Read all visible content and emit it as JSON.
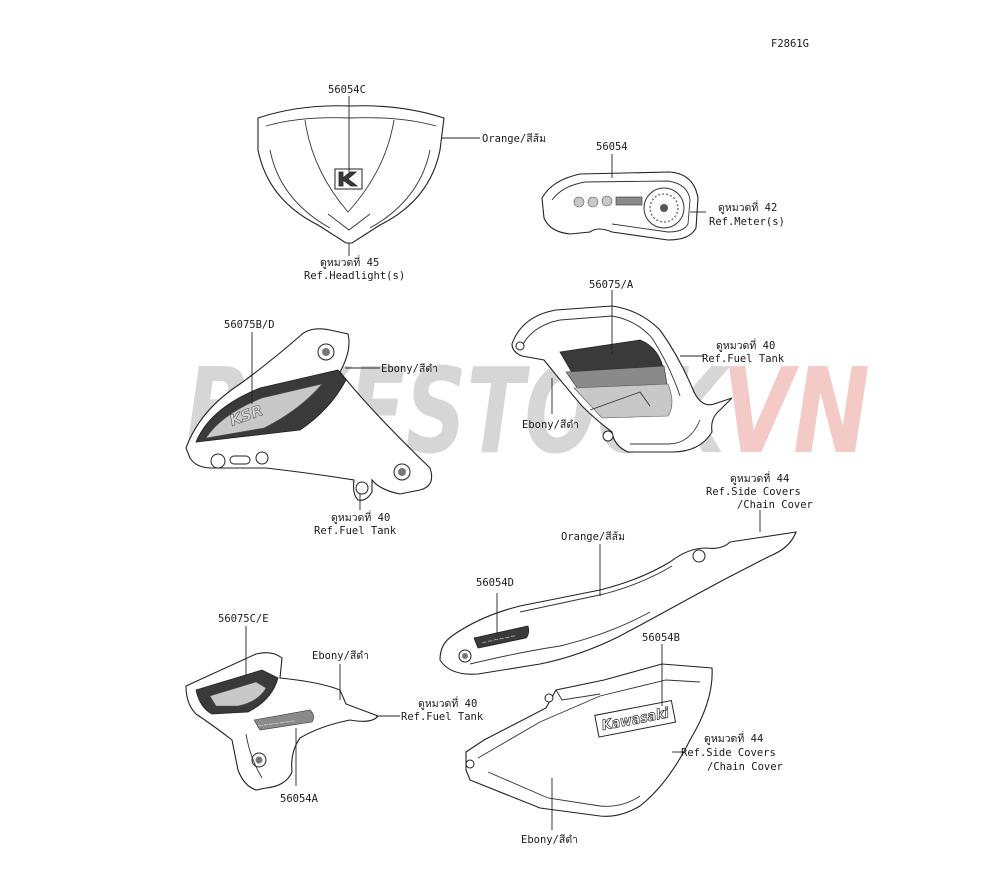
{
  "figure_code": "F2861G",
  "watermark": {
    "text_part1": "BIKESTOCK",
    "text_part2": "VN",
    "color1": "#c9c9c9",
    "color2": "#f0b9b4"
  },
  "parts": {
    "headlight_cover": {
      "part_no": "56054C",
      "color_note": "Orange/สีส้ม",
      "ref_thai": "ดูหมวดที่ 45",
      "ref": "Ref.Headlight(s)"
    },
    "meter": {
      "part_no": "56054",
      "ref_thai": "ดูหมวดที่ 42",
      "ref": "Ref.Meter(s)"
    },
    "tank_shroud_left": {
      "part_no": "56075B/D",
      "color_note": "Ebony/สีดำ",
      "ref_thai": "ดูหมวดที่ 40",
      "ref": "Ref.Fuel Tank"
    },
    "tank_shroud_right": {
      "part_no": "56075/A",
      "color_note": "Ebony/สีดำ",
      "ref_thai": "ดูหมวดที่ 40",
      "ref": "Ref.Fuel Tank"
    },
    "tail_cover": {
      "part_no": "56054D",
      "color_note": "Orange/สีส้ม",
      "ref_thai": "ดูหมวดที่ 44",
      "ref_line1": "Ref.Side Covers",
      "ref_line2": "/Chain Cover"
    },
    "shroud_lower": {
      "part_no_top": "56075C/E",
      "part_no_bottom": "56054A",
      "color_note": "Ebony/สีดำ",
      "ref_thai": "ดูหมวดที่ 40",
      "ref": "Ref.Fuel Tank"
    },
    "side_cover": {
      "part_no": "56054B",
      "decal_text": "Kawasaki",
      "color_note": "Ebony/สีดำ",
      "ref_thai": "ดูหมวดที่ 44",
      "ref_line1": "Ref.Side Covers",
      "ref_line2": "/Chain Cover"
    }
  }
}
